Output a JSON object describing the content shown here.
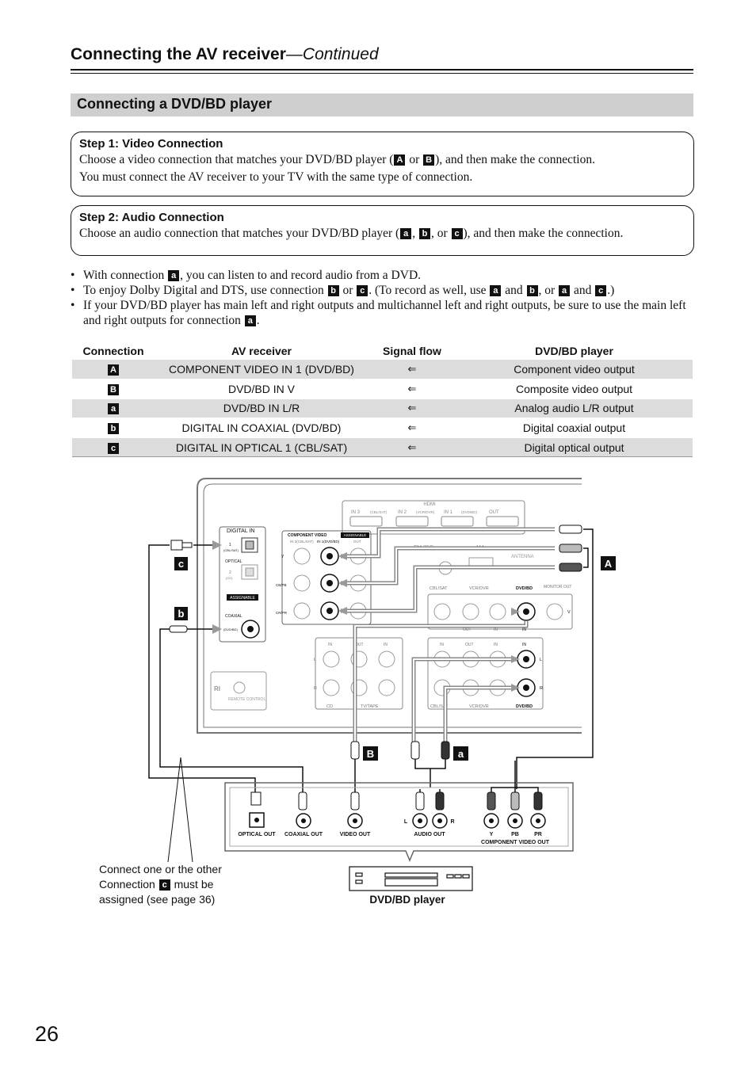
{
  "header": {
    "title": "Connecting the AV receiver",
    "continued": "—Continued"
  },
  "section_title": "Connecting a DVD/BD player",
  "step1": {
    "title": "Step 1: Video Connection",
    "line1_a": "Choose a video connection that matches your DVD/BD player (",
    "tag_a": "A",
    "line1_b": " or ",
    "tag_b": "B",
    "line1_c": "), and then make the connection.",
    "line2": "You must connect the AV receiver to your TV with the same type of connection."
  },
  "step2": {
    "title": "Step 2: Audio Connection",
    "text_a": "Choose an audio connection that matches your DVD/BD player (",
    "tag_a": "a",
    "sep1": ", ",
    "tag_b": "b",
    "sep2": ", or ",
    "tag_c": "c",
    "text_b": "), and then make the connection."
  },
  "bullets": {
    "b1_a": "With connection ",
    "b1_tag": "a",
    "b1_b": ", you can listen to and record audio from a DVD.",
    "b2_a": "To enjoy Dolby Digital and DTS, use connection ",
    "b2_tag1": "b",
    "b2_b": " or ",
    "b2_tag2": "c",
    "b2_c": ". (To record as well, use ",
    "b2_tag3": "a",
    "b2_d": " and ",
    "b2_tag4": "b",
    "b2_e": ", or ",
    "b2_tag5": "a",
    "b2_f": " and ",
    "b2_tag6": "c",
    "b2_g": ".)",
    "b3_a": "If your DVD/BD player has main left and right outputs and multichannel left and right outputs, be sure to use the main left and right outputs for connection ",
    "b3_tag": "a",
    "b3_b": "."
  },
  "table": {
    "headers": [
      "Connection",
      "AV receiver",
      "Signal flow",
      "DVD/BD player"
    ],
    "rows": [
      {
        "conn": "A",
        "receiver": "COMPONENT VIDEO IN 1 (DVD/BD)",
        "flow": "⇐",
        "player": "Component video output"
      },
      {
        "conn": "B",
        "receiver": "DVD/BD IN V",
        "flow": "⇐",
        "player": "Composite video output"
      },
      {
        "conn": "a",
        "receiver": "DVD/BD IN L/R",
        "flow": "⇐",
        "player": "Analog audio L/R output"
      },
      {
        "conn": "b",
        "receiver": "DIGITAL IN COAXIAL (DVD/BD)",
        "flow": "⇐",
        "player": "Digital coaxial output"
      },
      {
        "conn": "c",
        "receiver": "DIGITAL IN OPTICAL 1 (CBL/SAT)",
        "flow": "⇐",
        "player": "Digital optical output"
      }
    ]
  },
  "diagram": {
    "receiver": {
      "hdmi": "HDMI",
      "hdmi_in3": "IN 3",
      "hdmi_in3_sub": "(CBL/SAT)",
      "hdmi_in2": "IN 2",
      "hdmi_in2_sub": "(VCR/DVR)",
      "hdmi_in1": "IN 1",
      "hdmi_in1_sub": "(DVD/BD)",
      "hdmi_out": "OUT",
      "digital_in": "DIGITAL IN",
      "optical_1": "1",
      "optical_1_sub": "(CBL/SAT)",
      "optical": "OPTICAL",
      "optical_2": "2",
      "optical_2_sub": "(CD)",
      "assignable": "ASSIGNABLE",
      "coaxial": "COAXIAL",
      "coaxial_sub": "(DVD/BD)",
      "component_video": "COMPONENT VIDEO",
      "comp_in2": "IN 2(CBL/SAT)",
      "comp_in1": "IN 1(DVD/BD)",
      "comp_out": "OUT",
      "y": "Y",
      "cb": "CB/PB",
      "cr": "CR/PR",
      "fm": "FM 75Ω",
      "am": "AM",
      "antenna": "ANTENNA",
      "cbl_sat": "CBL/SAT",
      "vcr_dvr": "VCR/DVR",
      "dvd_bd": "DVD/BD",
      "monitor_out": "MONITOR OUT",
      "in": "IN",
      "out": "OUT",
      "v": "V",
      "l": "L",
      "r": "R",
      "cd": "CD",
      "tv_tape": "TV/TAPE",
      "ri": "RI",
      "remote_control": "REMOTE CONTROL"
    },
    "labels": {
      "A": "A",
      "B": "B",
      "a": "a",
      "b": "b",
      "c": "c"
    },
    "player_panel": {
      "optical_out": "OPTICAL OUT",
      "coaxial_out": "COAXIAL OUT",
      "video_out": "VIDEO OUT",
      "audio_out": "AUDIO OUT",
      "l": "L",
      "r": "R",
      "y": "Y",
      "pb": "PB",
      "pr": "PR",
      "component_video_out": "COMPONENT VIDEO OUT"
    }
  },
  "caption_left": {
    "text_a": "Connect one or the other Connection ",
    "tag": "c",
    "text_b": " must be assigned (see page 36)"
  },
  "caption_dvd": "DVD/BD player",
  "page_number": "26"
}
